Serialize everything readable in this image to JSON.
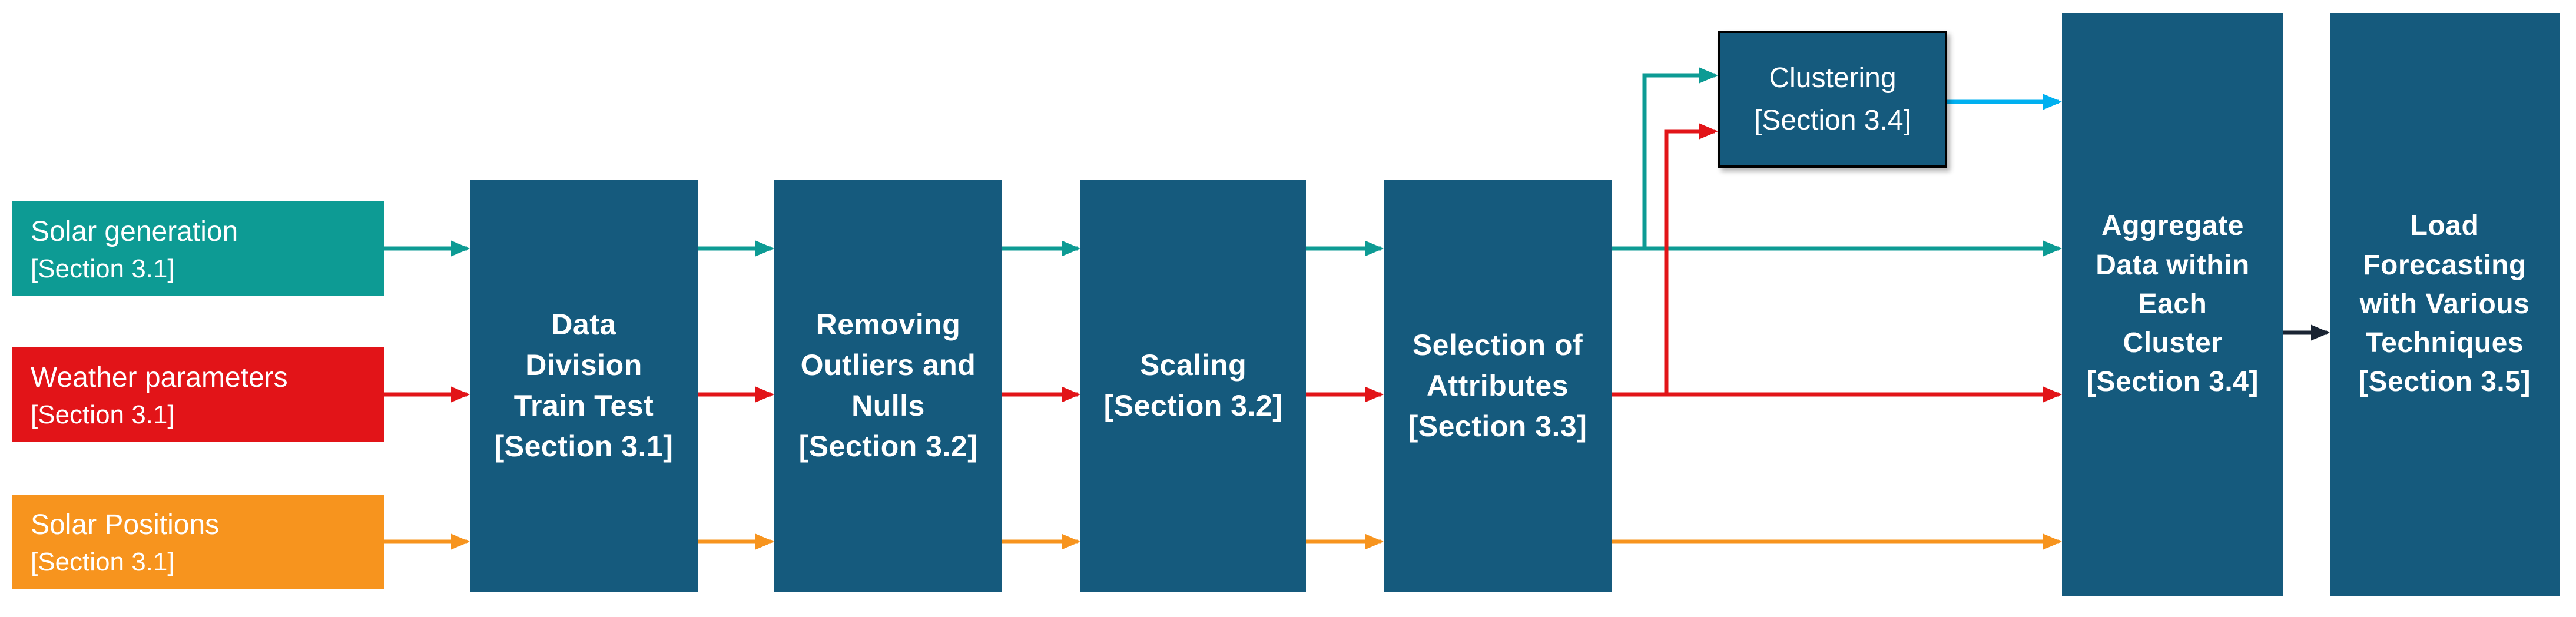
{
  "palette": {
    "background": "#ffffff",
    "teal": "#0d9b94",
    "red": "#e21418",
    "orange": "#f7941e",
    "box_blue": "#155a7d",
    "cyan": "#00b0f0",
    "dark_arrow": "#1a2433",
    "cluster_border": "#000000",
    "text_white": "#ffffff"
  },
  "inputs": [
    {
      "label": "Solar generation",
      "section": "[Section 3.1]",
      "color": "teal"
    },
    {
      "label": "Weather parameters",
      "section": "[Section 3.1]",
      "color": "red"
    },
    {
      "label": "Solar Positions",
      "section": "[Section 3.1]",
      "color": "orange"
    }
  ],
  "stages": [
    {
      "label": "Data\nDivision\nTrain Test",
      "section": "[Section 3.1]"
    },
    {
      "label": "Removing\nOutliers and\nNulls",
      "section": "[Section 3.2]"
    },
    {
      "label": "Scaling",
      "section": "[Section 3.2]"
    },
    {
      "label": "Selection of\nAttributes",
      "section": "[Section 3.3]"
    }
  ],
  "clustering": {
    "label": "Clustering",
    "section": "[Section 3.4]"
  },
  "aggregate": {
    "label": "Aggregate\nData within\nEach\nCluster",
    "section": "[Section 3.4]"
  },
  "forecasting": {
    "label": "Load\nForecasting\nwith Various\nTechniques",
    "section": "[Section 3.5]"
  }
}
